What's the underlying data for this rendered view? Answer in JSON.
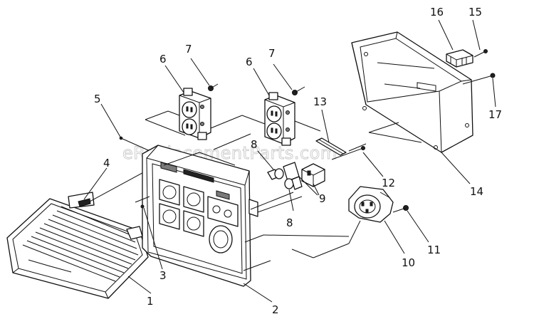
{
  "watermark": "eReplacementParts.com",
  "part_labels": {
    "p1": "1",
    "p2": "2",
    "p3": "3",
    "p4": "4",
    "p5": "5",
    "p6a": "6",
    "p6b": "6",
    "p7a": "7",
    "p7b": "7",
    "p8a": "8",
    "p8b": "8",
    "p9": "9",
    "p10": "10",
    "p11": "11",
    "p12": "12",
    "p13": "13",
    "p14": "14",
    "p15": "15",
    "p16": "16",
    "p17": "17"
  }
}
